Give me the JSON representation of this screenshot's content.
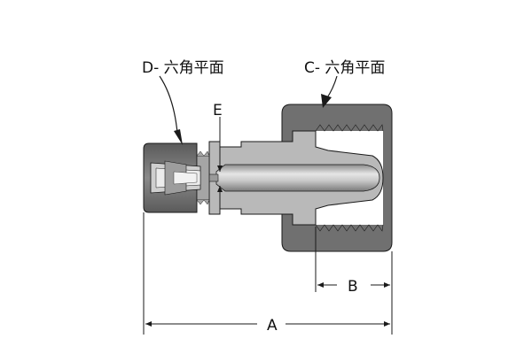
{
  "labels": {
    "d_hex": "D- 六角平面",
    "c_hex": "C- 六角平面",
    "e": "E",
    "b": "B",
    "a": "A"
  },
  "colors": {
    "section_dark": "#6f6f6f",
    "section_light": "#b8b8b8",
    "bore": "#9c9c9c",
    "line": "#1a1a1a",
    "bg": "#ffffff"
  }
}
